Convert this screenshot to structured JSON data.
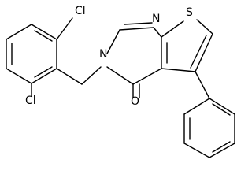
{
  "structure": {
    "atom_labels": {
      "chlorine_top": "Cl",
      "chlorine_bottom": "Cl",
      "ring_nitrogen_top": "N",
      "ring_nitrogen_left": "N",
      "sulfur": "S",
      "oxygen": "O"
    },
    "colors": {
      "bond": "#000000",
      "text": "#000000",
      "background": "#ffffff"
    }
  }
}
